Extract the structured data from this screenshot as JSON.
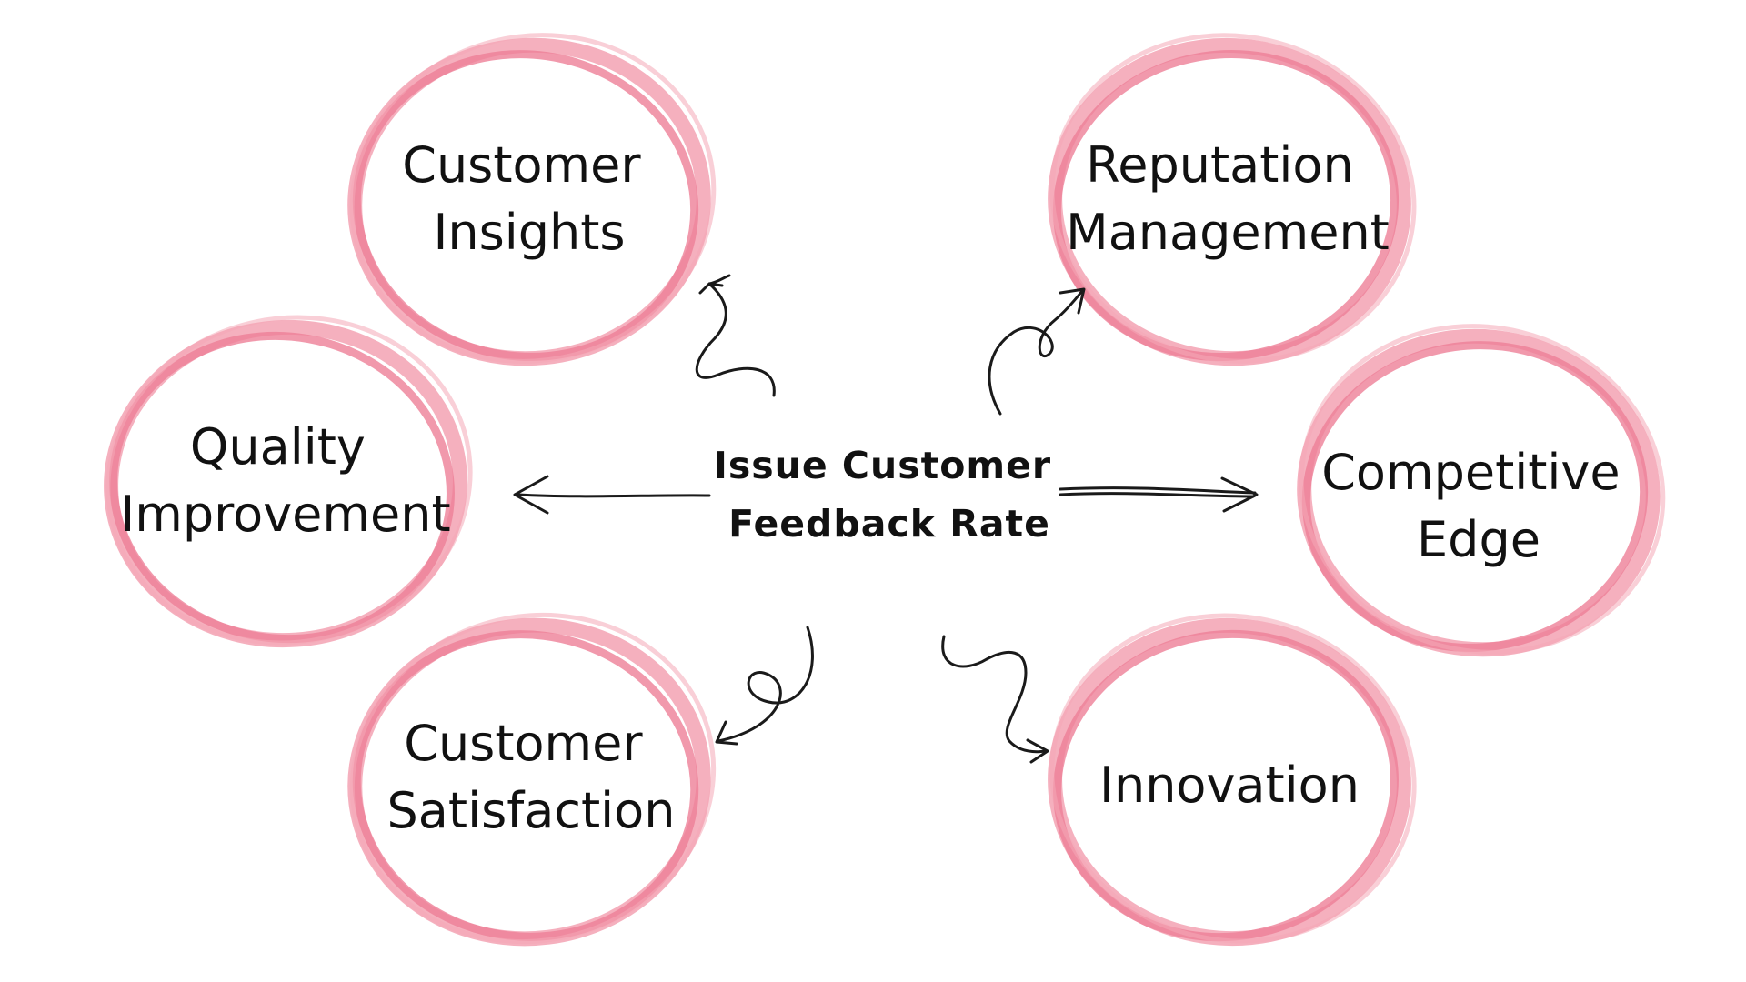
{
  "center": {
    "line1": "Issue Customer",
    "line2": "Feedback Rate"
  },
  "nodes": [
    {
      "id": "customer-insights",
      "lines": [
        "Customer",
        "Insights"
      ]
    },
    {
      "id": "reputation-management",
      "lines": [
        "Reputation",
        "Management"
      ]
    },
    {
      "id": "quality-improvement",
      "lines": [
        "Quality",
        "Improvement"
      ]
    },
    {
      "id": "competitive-edge",
      "lines": [
        "Competitive",
        "Edge"
      ]
    },
    {
      "id": "customer-satisfaction",
      "lines": [
        "Customer",
        "Satisfaction"
      ]
    },
    {
      "id": "innovation",
      "lines": [
        "Innovation"
      ]
    }
  ],
  "colors": {
    "ring": "#f4a7b7",
    "ring_dark": "#ee7f97",
    "ink": "#111111"
  }
}
